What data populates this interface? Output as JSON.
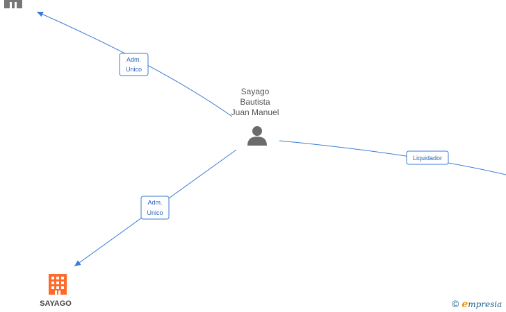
{
  "diagram": {
    "center_person": {
      "name_lines": [
        "Sayago",
        "Bautista",
        "Juan Manuel"
      ],
      "icon": "person-icon"
    },
    "edges": [
      {
        "label_lines": [
          "Adm.",
          "Unico"
        ],
        "target": "top-left company"
      },
      {
        "label_lines": [
          "Adm.",
          "Unico"
        ],
        "target": "SAYAGO"
      },
      {
        "label_lines": [
          "Liquidador"
        ],
        "target": "right off-screen company"
      }
    ],
    "companies": [
      {
        "name": "SAYAGO",
        "icon": "building-icon",
        "color": "#ff6a2a"
      },
      {
        "name": "",
        "icon": "building-icon",
        "color": "#777777"
      }
    ],
    "colors": {
      "edge": "#3a7bd5",
      "label_border": "#3a7bd5",
      "label_text": "#2a63b8",
      "person_icon": "#6b6b6b"
    }
  },
  "brand": {
    "copyright_symbol": "©",
    "name_initial": "e",
    "name_rest": "mpresia"
  }
}
